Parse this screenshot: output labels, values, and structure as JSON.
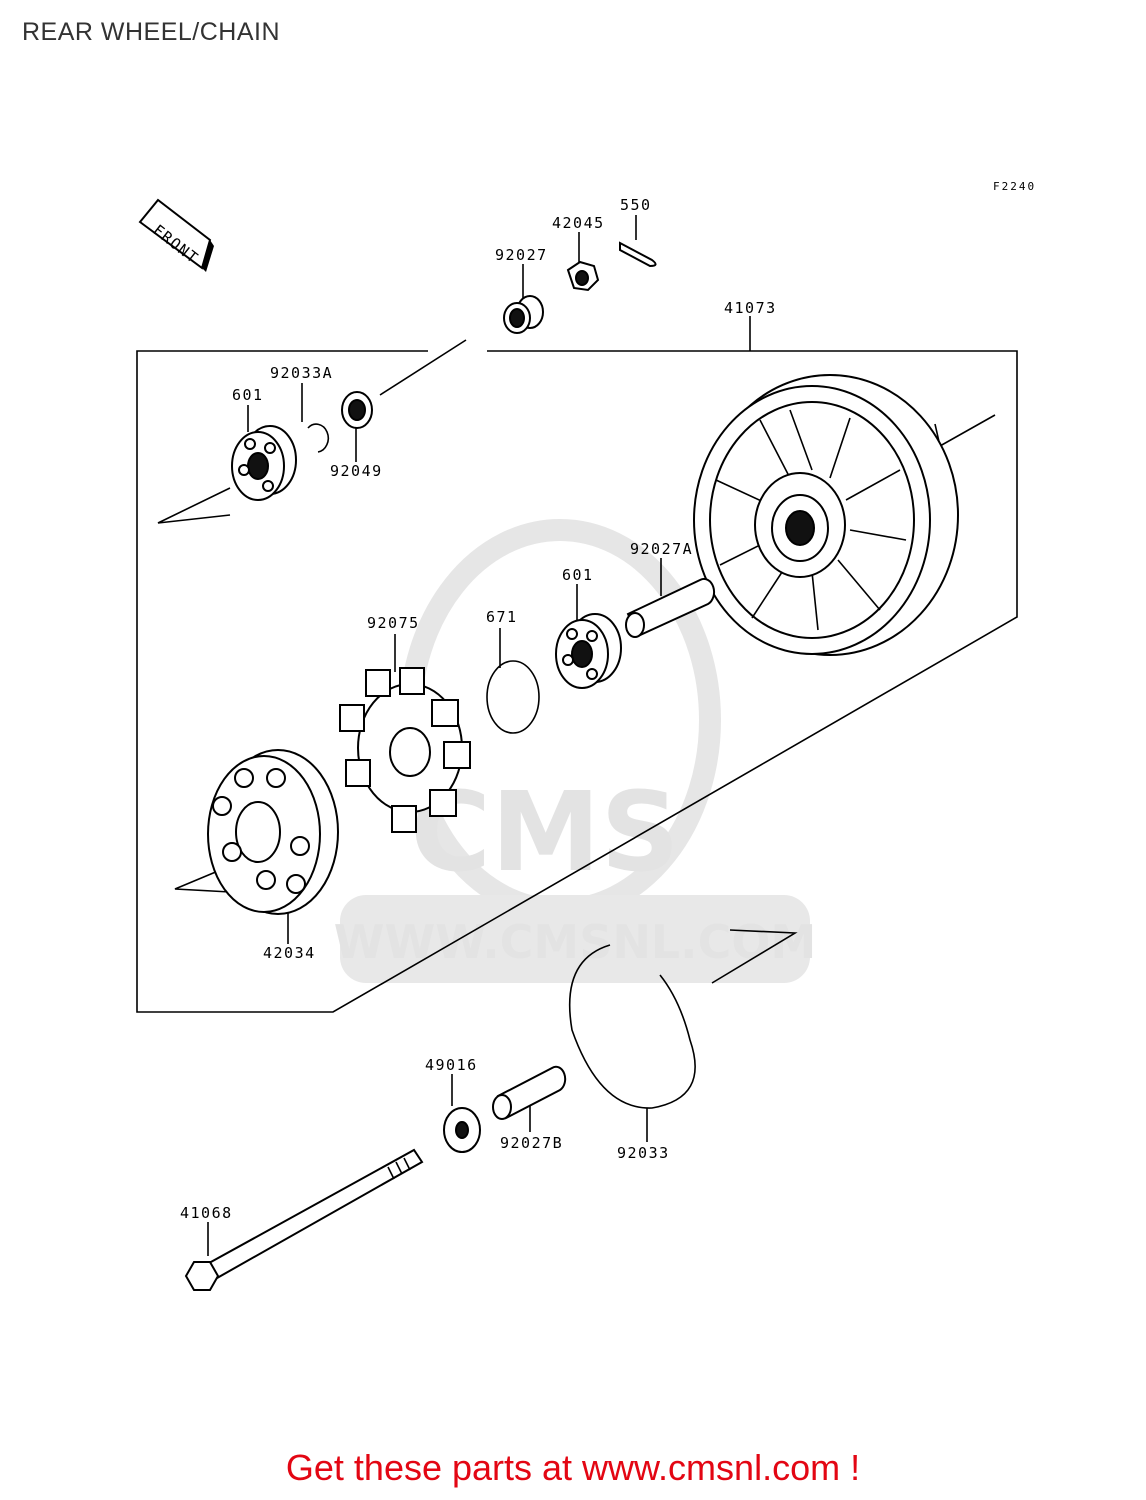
{
  "header": {
    "title": "REAR WHEEL/CHAIN"
  },
  "diagram": {
    "code": "F2240",
    "front_label": "FRONT",
    "watermark": {
      "brand": "CMS",
      "url": "WWW.CMSNL.COM"
    },
    "labels": {
      "p550": "550",
      "p42045": "42045",
      "p92027": "92027",
      "p41073": "41073",
      "p92033A": "92033A",
      "p601a": "601",
      "p92049": "92049",
      "p92027A": "92027A",
      "p601b": "601",
      "p671": "671",
      "p92075": "92075",
      "p42034": "42034",
      "p49016": "49016",
      "p92027B": "92027B",
      "p92033": "92033",
      "p41068": "41068"
    }
  },
  "footer": {
    "cta": "Get these parts at www.cmsnl.com !"
  }
}
